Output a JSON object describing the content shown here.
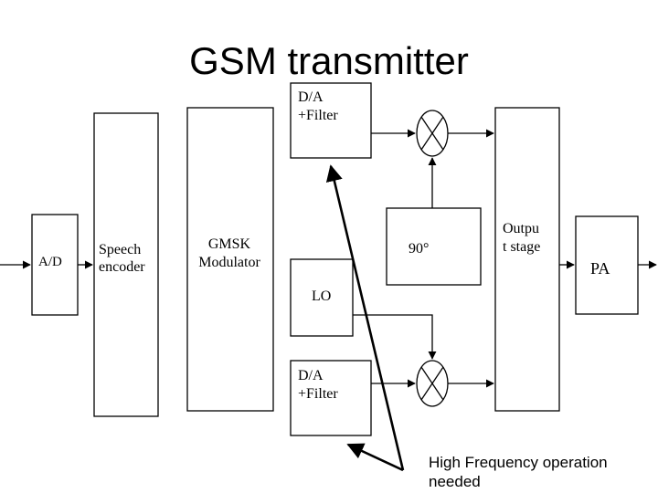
{
  "title": "GSM transmitter",
  "blocks": {
    "ad": "A/D",
    "speech_encoder": "Speech\nencoder",
    "gmsk_modulator": "GMSK\nModulator",
    "da_filter_top": "D/A\n+Filter",
    "da_filter_bottom": "D/A\n+Filter",
    "phase_shift": "90°",
    "lo": "LO",
    "output_stage": "Outpu\nt stage",
    "pa": "PA"
  },
  "annotation": "High Frequency operation needed"
}
